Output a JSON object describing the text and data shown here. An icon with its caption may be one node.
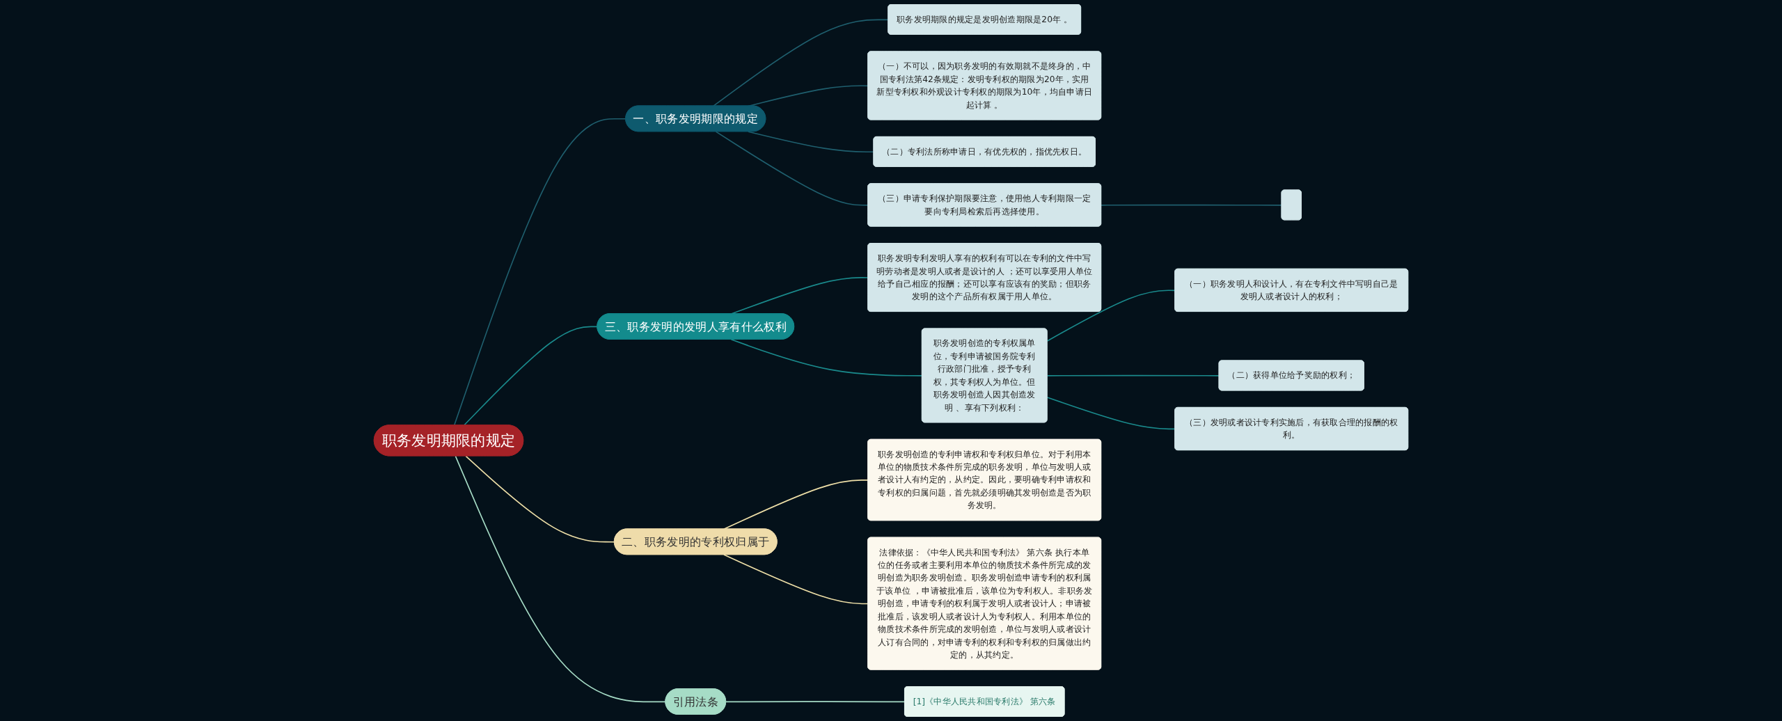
{
  "diagram": {
    "nodes": [
      {
        "text": [
          "职务发明期限的规定"
        ]
      },
      {
        "text": [
          "一、职务发明期限的规定"
        ]
      },
      {
        "text": [
          "职务发明期限的规定是发明创造期限是20年 。"
        ]
      },
      {
        "text": [
          "（一）不可以，因为职务发明的有效期就不是终身的，中国专利法第42条规定：发明专利权的期限为20年，实用新型专利权和外观设计专利权的期限为10年，均自申请日起计算 。"
        ]
      },
      {
        "text": [
          "（二）专利法所称申请日，有优先权的，指优先权日。"
        ]
      },
      {
        "text": [
          "（三）申请专利保护期限要注意，使用他人专利期限一定要向专利局检索后再选择使用。"
        ]
      },
      {
        "text": [],
        "shape": "box"
      },
      {
        "text": [
          "三、职务发明的发明人享有什么权利"
        ]
      },
      {
        "text": [
          "职务发明专利发明人享有的权利有可以在专利的文件中写明劳动者是发明人或者是设计的人 ；还可以享受用人单位给予自己相应的报酬；还可以享有应该有的奖励；但职务发明的这个产品所有权属于用人单位。"
        ]
      },
      {
        "text": [
          "职务发明创造的专利权属单位，专利申请被国务院专利行政部门批准，授予专利权，其专利权人为单位。但职务发明创造人因其创造发明 、享有下列权利："
        ]
      },
      {
        "text": [
          "（一）职务发明人和设计人，有在专利文件中写明自己是发明人或者设计人的权利；"
        ]
      },
      {
        "text": [
          "（二）获得单位给予奖励的权利；"
        ]
      },
      {
        "text": [
          "（三）发明或者设计专利实施后，有获取合理的报酬的权利。"
        ]
      },
      {
        "text": [
          "二、职务发明的专利权归属于"
        ]
      },
      {
        "text": [
          "职务发明创造的专利申请权和专利权归单位。对于利用本单位的物质技术条件所完成的职务发明，单位与发明人或者设计人有约定的，从约定。因此，要明确专利申请权和专利权的归属问题，首先就必须明确其发明创造是否为职务发明。"
        ]
      },
      {
        "text": [
          "法律依据：《中华人民共和国专利法》 第六条 执行本单位的任务或者主要利用本单位的物质技术条件所完成的发明创造为职务发明创造。职务发明创造申请专利的权利属于该单位 ，申请被批准后，该单位为专利权人。非职务发明创造，申请专利的权利属于发明人或者设计人；申请被批准后，该发明人或者设计人为专利权人。利用本单位的物质技术条件所完成的发明创造，单位与发明人或者设计人订有合同的，对申请专利的权利和专利权的归属做出约定的，从其约定。"
        ]
      },
      {
        "text": [
          "引用法条"
        ]
      },
      {
        "text": [
          "[1]《中华人民共和国专利法》 第六条"
        ]
      }
    ],
    "edges": [
      {
        "from": 0,
        "to": 1,
        "arrow": "none",
        "color": "#1f5f6e"
      },
      {
        "from": 1,
        "to": 2,
        "arrow": "none",
        "color": "#1f5f6e"
      },
      {
        "from": 1,
        "to": 3,
        "arrow": "none",
        "color": "#1f5f6e"
      },
      {
        "from": 1,
        "to": 4,
        "arrow": "none",
        "color": "#1f5f6e"
      },
      {
        "from": 1,
        "to": 5,
        "arrow": "none",
        "color": "#1f5f6e"
      },
      {
        "from": 5,
        "to": 6,
        "arrow": "none",
        "color": "#1f5f6e"
      },
      {
        "from": 0,
        "to": 7,
        "arrow": "none",
        "color": "#1a8a8c"
      },
      {
        "from": 7,
        "to": 8,
        "arrow": "none",
        "color": "#1a8a8c"
      },
      {
        "from": 7,
        "to": 9,
        "arrow": "none",
        "color": "#1a8a8c"
      },
      {
        "from": 9,
        "to": 10,
        "arrow": "none",
        "color": "#1a8a8c"
      },
      {
        "from": 9,
        "to": 11,
        "arrow": "none",
        "color": "#1a8a8c"
      },
      {
        "from": 9,
        "to": 12,
        "arrow": "none",
        "color": "#1a8a8c"
      },
      {
        "from": 0,
        "to": 13,
        "arrow": "none",
        "color": "#efe0a8"
      },
      {
        "from": 13,
        "to": 14,
        "arrow": "none",
        "color": "#efe0a8"
      },
      {
        "from": 13,
        "to": 15,
        "arrow": "none",
        "color": "#efe0a8"
      },
      {
        "from": 0,
        "to": 16,
        "arrow": "none",
        "color": "#a6dcc6"
      },
      {
        "from": 16,
        "to": 17,
        "arrow": "none",
        "color": "#a6dcc6"
      }
    ]
  }
}
